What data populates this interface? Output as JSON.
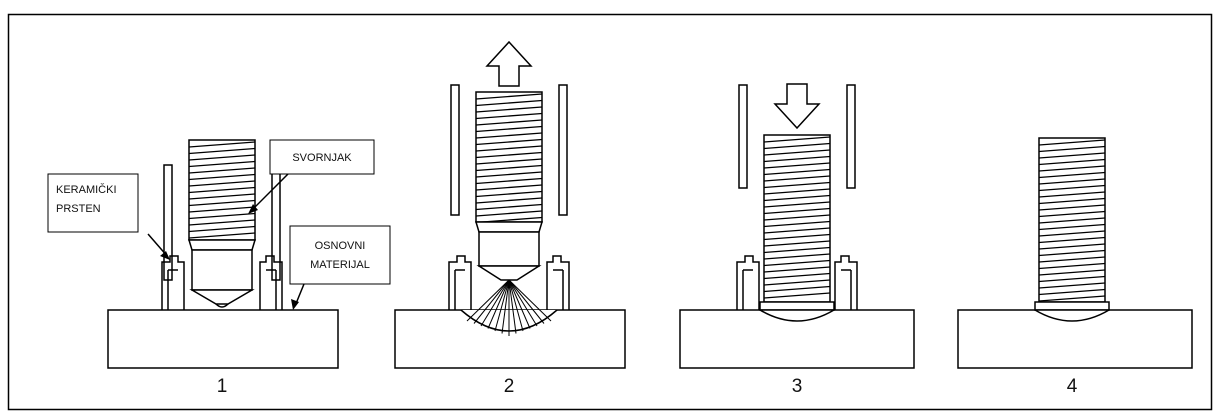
{
  "labels": {
    "stud": "SVORNJAK",
    "ring_line1": "KERAMIČKI",
    "ring_line2": "PRSTEN",
    "base_line1": "OSNOVNI",
    "base_line2": "MATERIJAL"
  },
  "steps": [
    {
      "number": "1"
    },
    {
      "number": "2",
      "arrow": "up"
    },
    {
      "number": "3",
      "arrow": "down"
    },
    {
      "number": "4"
    }
  ],
  "colors": {
    "stroke": "#000000",
    "fill": "#ffffff"
  }
}
